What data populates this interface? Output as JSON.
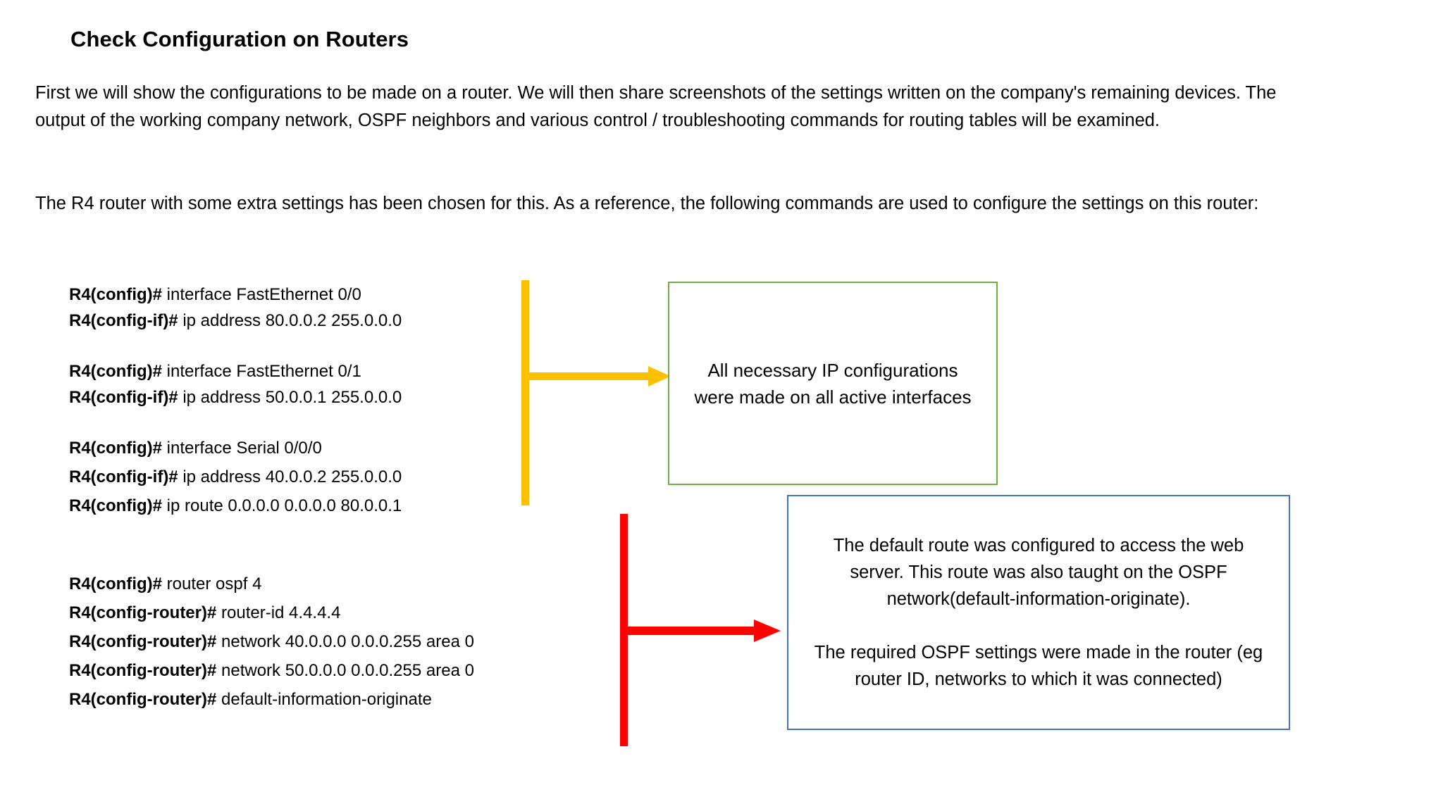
{
  "slide": {
    "title": "Check Configuration on Routers",
    "paragraphs": [
      "First we will show the configurations to be made on a router. We will then share screenshots of the settings written on the company's remaining devices. The output of the working company network, OSPF neighbors and various control / troubleshooting commands for routing tables will be examined.",
      "The R4 router with some extra settings has been chosen for this. As a reference, the following commands are used to configure the settings on this router:"
    ]
  },
  "cli": {
    "lines": [
      {
        "prompt": "R4(config)#",
        "command": " interface FastEthernet 0/0"
      },
      {
        "prompt": "R4(config-if)#",
        "command": " ip address 80.0.0.2 255.0.0.0"
      },
      {
        "prompt": "R4(config)#",
        "command": " interface FastEthernet 0/1"
      },
      {
        "prompt": "R4(config-if)#",
        "command": " ip address 50.0.0.1 255.0.0.0"
      },
      {
        "prompt": "R4(config)#",
        "command": " interface Serial 0/0/0"
      },
      {
        "prompt": "R4(config-if)#",
        "command": " ip address 40.0.0.2 255.0.0.0"
      },
      {
        "prompt": "R4(config)#",
        "command": " ip route 0.0.0.0 0.0.0.0 80.0.0.1"
      },
      {
        "prompt": "R4(config)#",
        "command": " router ospf 4"
      },
      {
        "prompt": "R4(config-router)#",
        "command": " router-id 4.4.4.4"
      },
      {
        "prompt": "R4(config-router)#",
        "command": " network 40.0.0.0 0.0.0.255 area 0"
      },
      {
        "prompt": "R4(config-router)#",
        "command": " network 50.0.0.0 0.0.0.255 area 0"
      },
      {
        "prompt": "R4(config-router)#",
        "command": " default-information-originate"
      }
    ]
  },
  "callouts": {
    "green": {
      "text": "All necessary IP configurations were made on all active interfaces",
      "border_color": "#70AD47"
    },
    "blue": {
      "paragraph_1": "The default route was configured to access the web server. This route was also taught on the OSPF network(default-information-originate).",
      "paragraph_2": "The required OSPF settings were made in the router (eg router ID, networks to which it was connected)",
      "border_color": "#4472C4"
    }
  },
  "arrows": {
    "yellow": {
      "color": "#FFC000",
      "points_to": "green-callout"
    },
    "red": {
      "color": "#FF0000",
      "points_to": "blue-callout"
    }
  }
}
